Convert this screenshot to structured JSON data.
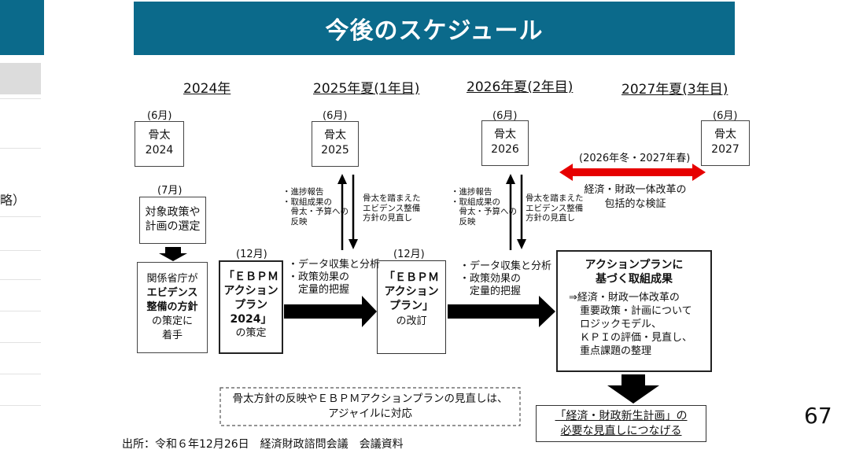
{
  "sidebar": {
    "partial_text": "略）"
  },
  "title": "今後のスケジュール",
  "timeline": {
    "years": [
      "2024年",
      "2025年夏(1年目)",
      "2026年夏(2年目)",
      "2027年夏(3年目)"
    ]
  },
  "honebuto": [
    {
      "month": "(6月)",
      "line1": "骨太",
      "line2": "2024"
    },
    {
      "month": "(6月)",
      "line1": "骨太",
      "line2": "2025"
    },
    {
      "month": "(6月)",
      "line1": "骨太",
      "line2": "2026"
    },
    {
      "month": "(6月)",
      "line1": "骨太",
      "line2": "2027"
    }
  ],
  "selection": {
    "month": "(7月)",
    "line1": "対象政策や",
    "line2": "計画の選定"
  },
  "ministries": {
    "line1": "関係省庁が",
    "line2": "エビデンス",
    "line3": "整備の方針",
    "line4": "の策定に",
    "line5": "着手"
  },
  "ap2024": {
    "month": "(12月)",
    "line1": "「ＥＢＰＭ",
    "line2": "アクション",
    "line3": "プラン",
    "line4": "2024」",
    "line5": "の策定"
  },
  "ap_rev": {
    "month": "(12月)",
    "line1": "「ＥＢＰＭ",
    "line2": "アクション",
    "line3": "プラン」",
    "line4": "の改訂"
  },
  "feedback_1": {
    "up": [
      "・進捗報告",
      "・取組成果の",
      "　骨太・予算への",
      "　反映"
    ],
    "down": [
      "骨太を踏まえた",
      "エビデンス整備",
      "方針の見直し"
    ]
  },
  "feedback_2": {
    "up": [
      "・進捗報告",
      "・取組成果の",
      "　骨太・予算への",
      "　反映"
    ],
    "down": [
      "骨太を踏まえた",
      "エビデンス整備",
      "方針の見直し"
    ]
  },
  "data_step_1": {
    "line1": "・データ収集と分析",
    "line2": "・政策効果の",
    "line3": "　定量的把握"
  },
  "data_step_2": {
    "line1": "・データ収集と分析",
    "line2": "・政策効果の",
    "line3": "　定量的把握"
  },
  "review_period": "(2026年冬・2027年春)",
  "review": {
    "line1": "経済・財政一体改革の",
    "line2": "包括的な検証"
  },
  "results": {
    "title1": "アクションプランに",
    "title2": "基づく取組成果",
    "item1": "⇒経済・財政一体改革の",
    "item2": "重要政策・計画について",
    "item3": "ロジックモデル、",
    "item4": "ＫＰＩの評価・見直し、",
    "item5": "重点課題の整理"
  },
  "agile_note": {
    "line1": "骨太方針の反映やＥＢＰＭアクションプランの見直しは、",
    "line2": "アジャイルに対応"
  },
  "new_plan": {
    "line1": "「経済・財政新生計画」の",
    "line2": "必要な見直しにつなげる"
  },
  "page_number": "67",
  "source": "出所：令和６年12月26日　経済財政諮問会議　会議資料",
  "colors": {
    "banner": "#0b6a8b",
    "review_arrow": "#e60000",
    "flow_arrow": "#000000"
  }
}
